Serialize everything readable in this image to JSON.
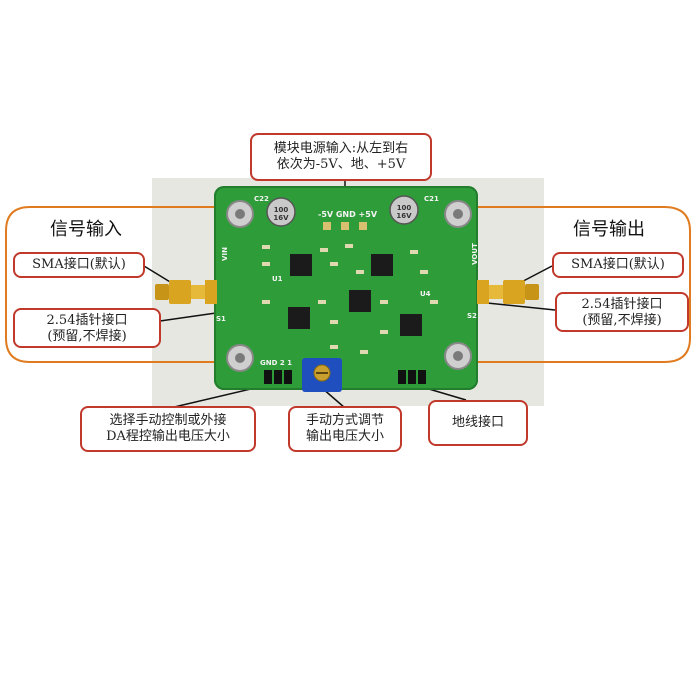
{
  "titles": {
    "input": "信号输入",
    "output": "信号输出"
  },
  "callouts": {
    "power_line1": "模块电源输入:从左到右",
    "power_line2": "依次为-5V、地、+5V",
    "sma_in": "SMA接口(默认)",
    "sma_out": "SMA接口(默认)",
    "pin_in_line1": "2.54插针接口",
    "pin_in_line2": "(预留,不焊接)",
    "pin_out_line1": "2.54插针接口",
    "pin_out_line2": "(预留,不焊接)",
    "select_line1": "选择手动控制或外接",
    "select_line2": "DA程控输出电压大小",
    "manual_line1": "手动方式调节",
    "manual_line2": "输出电压大小",
    "ground": "地线接口"
  },
  "silkscreen": {
    "power_pins": "-5V GND +5V",
    "vin": "VIN",
    "vout": "VOUT",
    "gnd_row": "GND  2   1",
    "c22": "C22",
    "c21": "C21",
    "cap_a": "100 16V",
    "cap_b": "100 16V",
    "s1": "S1",
    "s2": "S2",
    "u1": "U1",
    "u4": "U4"
  },
  "colors": {
    "pcb": "#2f9c3a",
    "callout_border": "#c0392b",
    "bracket": "#e07b1f",
    "sma_gold": "#d9a520"
  }
}
